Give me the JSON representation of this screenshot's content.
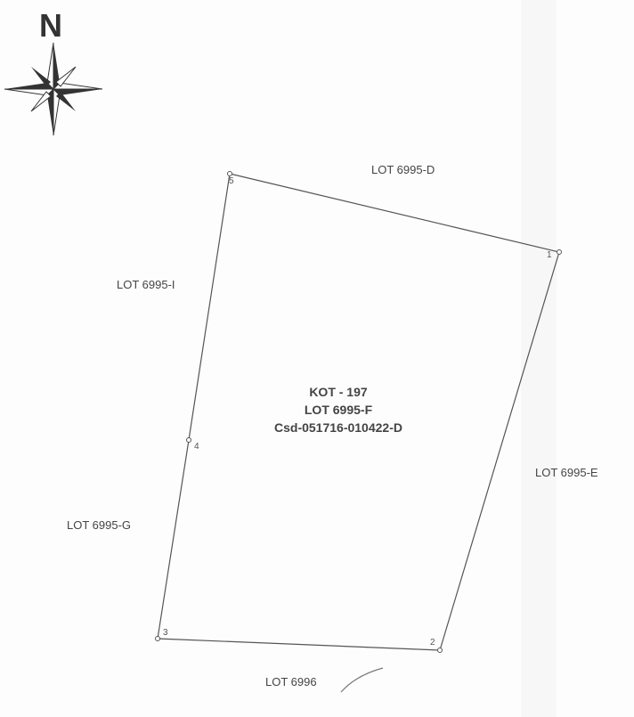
{
  "compass": {
    "letter": "N"
  },
  "parcel": {
    "lines": [
      "KOT - 197",
      "LOT 6995-F",
      "Csd-051716-010422-D"
    ],
    "corners": [
      "1",
      "2",
      "3",
      "4",
      "5"
    ]
  },
  "adjacent_lots": {
    "north": "LOT 6995-D",
    "west_upper": "LOT 6995-I",
    "west_lower": "LOT 6995-G",
    "east": "LOT 6995-E",
    "south": "LOT 6996"
  }
}
